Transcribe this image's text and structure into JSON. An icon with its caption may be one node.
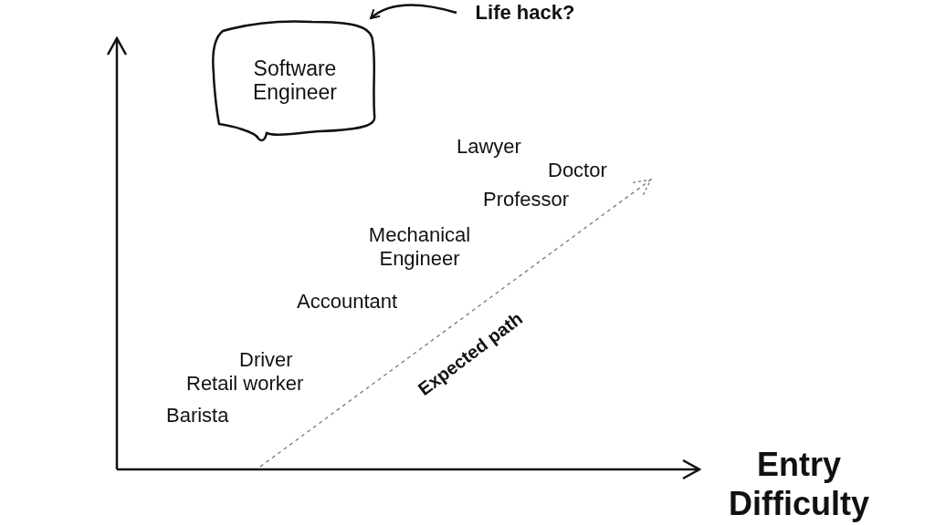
{
  "diagram": {
    "nodes": [
      {
        "text": [
          "Software Engineer"
        ]
      },
      {
        "text": [
          "Life hack?"
        ]
      }
    ],
    "edges": [
      {
        "from": 1,
        "to": 0,
        "arrow": "to"
      }
    ],
    "labels": [
      "Lawyer",
      "Doctor",
      "Professor",
      "Mechanical Engineer",
      "Accountant",
      "Expected path",
      "Driver",
      "Retail worker",
      "Barista",
      "Entry Difficulty"
    ]
  }
}
